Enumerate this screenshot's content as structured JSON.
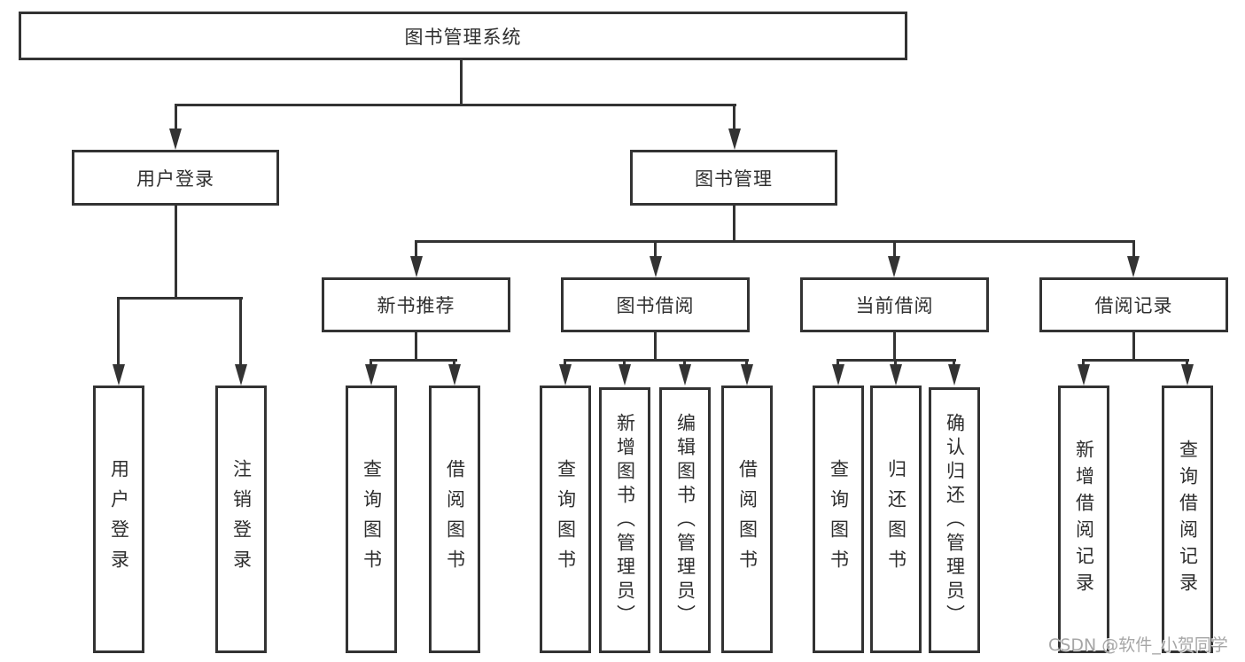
{
  "diagram": {
    "root": {
      "label": "图书管理系统"
    },
    "level2": [
      {
        "label": "用户登录"
      },
      {
        "label": "图书管理"
      }
    ],
    "level3": [
      {
        "label": "新书推荐"
      },
      {
        "label": "图书借阅"
      },
      {
        "label": "当前借阅"
      },
      {
        "label": "借阅记录"
      }
    ],
    "leaves": {
      "login": [
        {
          "label": "用户登录"
        },
        {
          "label": "注销登录"
        }
      ],
      "recommend": [
        {
          "label": "查询图书"
        },
        {
          "label": "借阅图书"
        }
      ],
      "borrow": [
        {
          "label": "查询图书"
        },
        {
          "label": "新增图书（管理员）"
        },
        {
          "label": "编辑图书（管理员）"
        },
        {
          "label": "借阅图书"
        }
      ],
      "current": [
        {
          "label": "查询图书"
        },
        {
          "label": "归还图书"
        },
        {
          "label": "确认归还（管理员）"
        }
      ],
      "records": [
        {
          "label": "新增借阅记录"
        },
        {
          "label": "查询借阅记录"
        }
      ]
    },
    "watermark": "CSDN @软件_小贺同学",
    "colors": {
      "line": "#333333",
      "text": "#2e2e2e",
      "watermark": "#9e9e9e",
      "background": "#ffffff"
    }
  }
}
